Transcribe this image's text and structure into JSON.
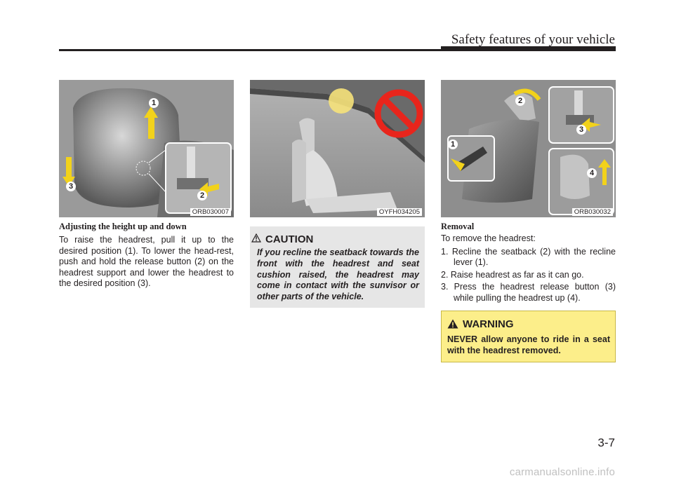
{
  "header": {
    "title": "Safety features of your vehicle"
  },
  "figures": {
    "fig1": {
      "code": "ORB030007",
      "callouts": [
        "1",
        "2",
        "3"
      ]
    },
    "fig2": {
      "code": "OYFH034205"
    },
    "fig3": {
      "code": "ORB030032",
      "callouts": [
        "1",
        "2",
        "3",
        "4"
      ]
    }
  },
  "adjusting": {
    "title": "Adjusting the height up and down",
    "text": "To raise the headrest, pull it up to the desired position (1). To lower the head-rest, push and hold the release button (2) on the headrest support and lower the headrest to the desired position (3)."
  },
  "caution": {
    "label": "CAUTION",
    "text": "If you recline the seatback towards the front with the headrest and seat cushion raised, the headrest may come in contact with the sunvisor or other parts of the vehicle."
  },
  "removal": {
    "title": "Removal",
    "intro": "To remove the headrest:",
    "steps": [
      "1. Recline the seatback (2) with the recline lever (1).",
      "2. Raise headrest as far as it can go.",
      "3. Press the headrest release button (3) while pulling the headrest up (4)."
    ]
  },
  "warning": {
    "label": "WARNING",
    "text": "NEVER allow anyone to ride in a seat with the headrest removed."
  },
  "colors": {
    "warning_bg": "#fcee8a",
    "caution_bg": "#e6e6e6",
    "arrow_yellow": "#f2d21b",
    "prohibit_red": "#e8251c"
  },
  "page_number": "3-7",
  "watermark": "carmanualsonline.info"
}
